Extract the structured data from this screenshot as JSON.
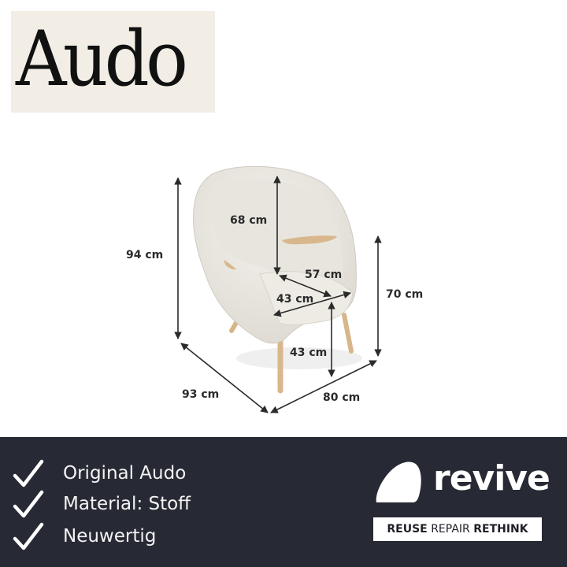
{
  "brand": {
    "logo_text": "Audo"
  },
  "dimensions": {
    "total_height": "94 cm",
    "back_height": "68 cm",
    "seat_width": "57 cm",
    "seat_depth": "43 cm",
    "seat_height": "43 cm",
    "armrest_height": "70 cm",
    "depth": "93 cm",
    "width": "80 cm"
  },
  "features": [
    {
      "label": "Original Audo",
      "icon": "check-icon"
    },
    {
      "label": "Material: Stoff",
      "icon": "check-icon"
    },
    {
      "label": "Neuwertig",
      "icon": "check-icon"
    }
  ],
  "revive": {
    "wordmark": "revive",
    "tagline_bold_1": "REUSE",
    "tagline_regular": "REPAIR",
    "tagline_bold_2": "RETHINK"
  },
  "colors": {
    "band": "#272a34",
    "chair_fabric": "#ece9e3",
    "wood": "#d9b78c",
    "text": "#2b2b2b"
  }
}
